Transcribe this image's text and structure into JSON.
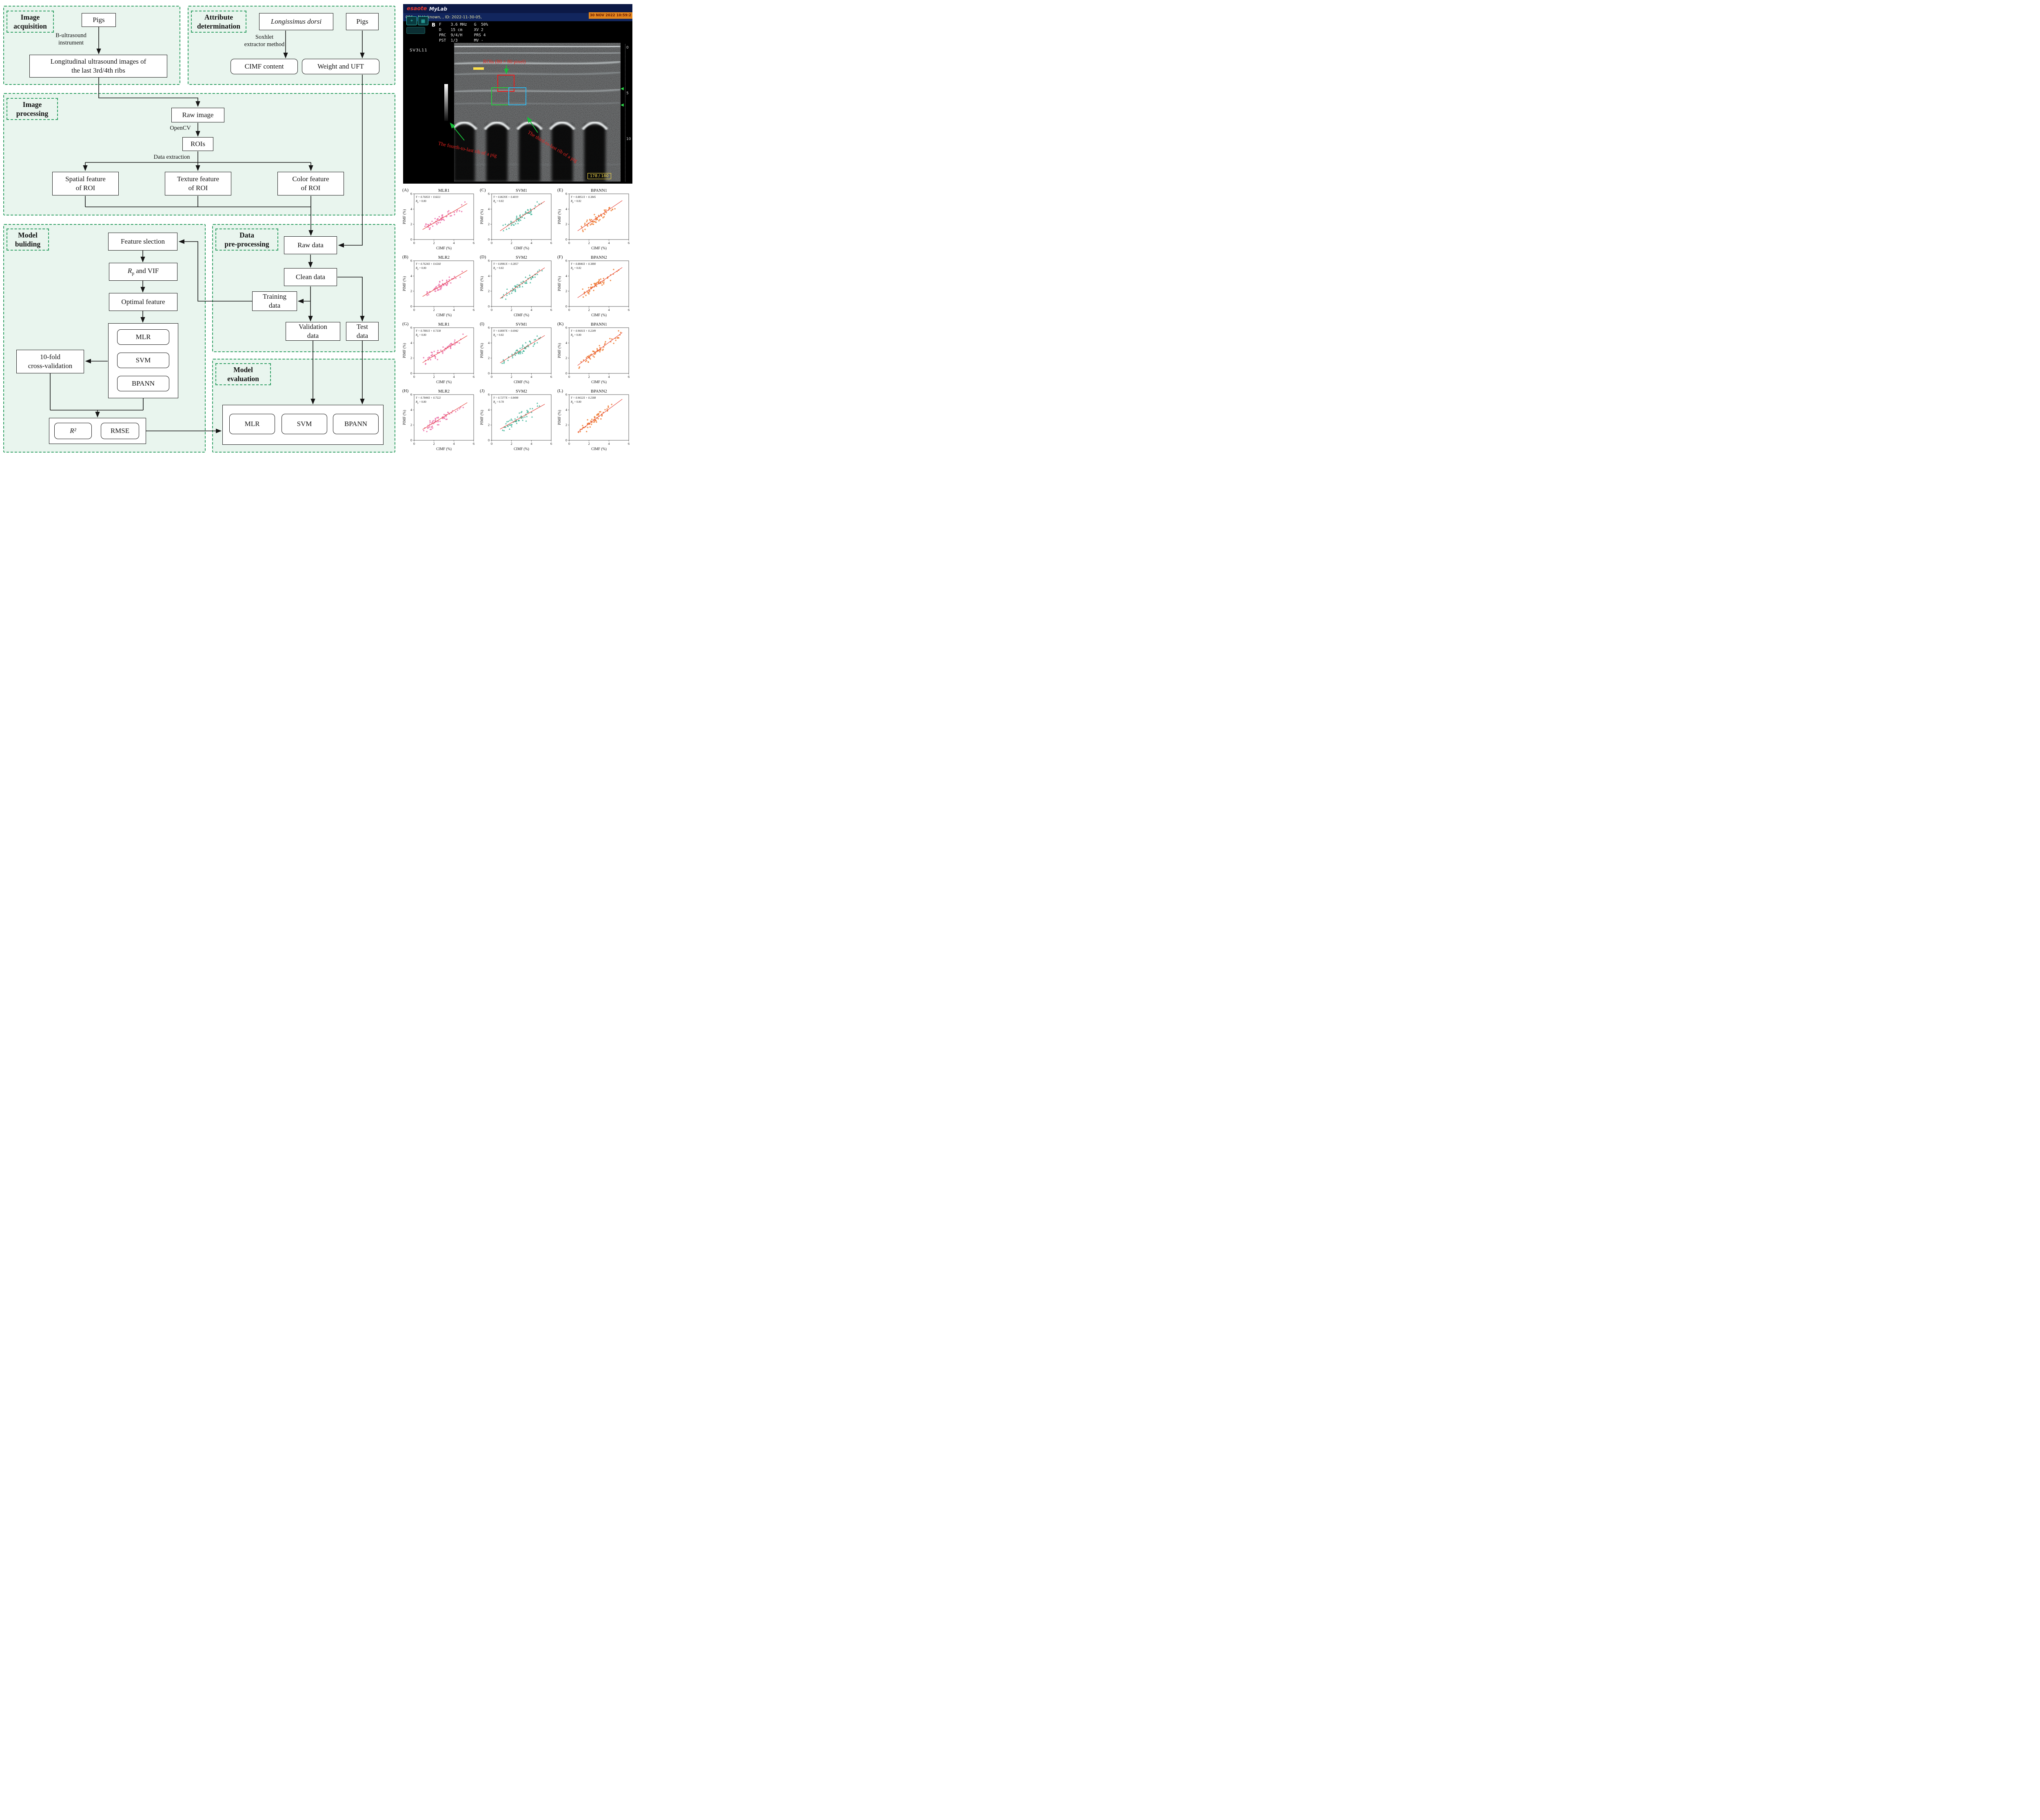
{
  "flow": {
    "image_acquisition": {
      "title": "Image\nacquisition",
      "pigs": "Pigs",
      "arrow_label": "B-ultrasound\ninstrument",
      "longitudinal": "Longitudinal ultrasound images of\nthe last 3rd/4th ribs"
    },
    "attribute_determination": {
      "title": "Attribute\ndetermination",
      "longissimus": "Longissimus dorsi",
      "pigs": "Pigs",
      "arrow_label": "Soxhlet\nextractor method",
      "cimf": "CIMF content",
      "weight_uft": "Weight and UFT"
    },
    "image_processing": {
      "title": "Image\nprocessing",
      "raw_image": "Raw image",
      "opencv_label": "OpenCV",
      "rois": "ROIs",
      "data_extraction_label": "Data extraction",
      "spatial": "Spatial feature\nof ROI",
      "texture": "Texture feature\nof ROI",
      "color": "Color feature\nof ROI"
    },
    "model_building": {
      "title": "Model\nbuliding",
      "feature_selection": "Feature slection",
      "rp_r": "R",
      "rp_p": "p",
      "rp_rest": " and VIF",
      "optimal": "Optimal feature",
      "mlr": "MLR",
      "svm": "SVM",
      "bpann": "BPANN",
      "tenfold": "10-fold\ncross-validation",
      "r2": "R²",
      "rmse": "RMSE"
    },
    "data_preprocessing": {
      "title": "Data\npre-processing",
      "raw_data": "Raw data",
      "clean_data": "Clean data",
      "training": "Training\ndata",
      "validation": "Validation\ndata",
      "test": "Test\ndata"
    },
    "model_evaluation": {
      "title": "Model\nevaluation",
      "mlr": "MLR",
      "svm": "SVM",
      "bpann": "BPANN"
    }
  },
  "ultrasound": {
    "brand_esaote": "esaote",
    "brand_mylab": "MyLab",
    "patient_line": "006, , N:Unknown, , ID: 2022-11-30-05,",
    "datetime": "30 NOV 2022 10:59:2",
    "mode": "B",
    "params": "F    3.6 MHz   G  50%\nD    15 cm     XV 2\nPRC  9/4/H     PRS 4\nPST  1/3       MV -",
    "probe": "SV3L11",
    "roi_note": "ROIs (80 × 80 pixel)",
    "rib_note_left": "The fourth-to-last rib of a pig",
    "rib_note_right": "The third-to-last rib of a pig",
    "frame_counter": "178 / 180",
    "depth_labels": [
      "0",
      "5",
      "10"
    ],
    "icons": {
      "probe": "⌖",
      "preset": "▦",
      "marker_triangle": "◀"
    }
  },
  "chart_data": {
    "type": "scatter",
    "xlabel": "CIMF (%)",
    "ylabel": "PIMF (%)",
    "xlim": [
      0,
      6
    ],
    "ylim": [
      0,
      6
    ],
    "ticks": [
      0,
      2,
      4,
      6
    ],
    "grid": false,
    "rp_symbol": {
      "base": "R",
      "sub": "p"
    },
    "line_color": "#e53e35",
    "colors": {
      "MLR": "#ec74ab",
      "SVM": "#2fae8f",
      "BPANN": "#ee7e35"
    },
    "markers": {
      "MLR": "circle",
      "SVM": "triangle",
      "BPANN": "circle"
    },
    "x_min": 0.9,
    "x_max": 5.3,
    "n_points": 58,
    "panels": [
      {
        "letter": "(A)",
        "title": "MLR1",
        "model": "MLR",
        "equation": "Y = 0.7605X + 0.6611",
        "slope": 0.7605,
        "intercept": 0.6611,
        "rp": "0.80",
        "seed": 11,
        "noise": 1.05
      },
      {
        "letter": "(C)",
        "title": "SVM1",
        "model": "SVM",
        "equation": "Y = 0.8639X + 0.4019",
        "slope": 0.8639,
        "intercept": 0.4019,
        "rp": "0.82",
        "seed": 23,
        "noise": 0.95
      },
      {
        "letter": "(E)",
        "title": "BPANN1",
        "model": "BPANN",
        "equation": "Y = 0.8851X + 0.3845",
        "slope": 0.8851,
        "intercept": 0.3845,
        "rp": "0.82",
        "seed": 37,
        "noise": 0.95
      },
      {
        "letter": "(B)",
        "title": "MLR2",
        "model": "MLR",
        "equation": "Y = 0.7624X + 0.6560",
        "slope": 0.7624,
        "intercept": 0.656,
        "rp": "0.80",
        "seed": 43,
        "noise": 1.05
      },
      {
        "letter": "(D)",
        "title": "SVM2",
        "model": "SVM",
        "equation": "Y = 0.8981X + 0.2857",
        "slope": 0.8981,
        "intercept": 0.2857,
        "rp": "0.82",
        "seed": 53,
        "noise": 0.95
      },
      {
        "letter": "(F)",
        "title": "BPANN2",
        "model": "BPANN",
        "equation": "Y = 0.8846X + 0.3880",
        "slope": 0.8846,
        "intercept": 0.388,
        "rp": "0.82",
        "seed": 67,
        "noise": 0.95
      },
      {
        "letter": "(G)",
        "title": "MLR1",
        "model": "MLR",
        "equation": "Y = 0.7881X + 0.7338",
        "slope": 0.7881,
        "intercept": 0.7338,
        "rp": "0.80",
        "seed": 71,
        "noise": 1.05
      },
      {
        "letter": "(I)",
        "title": "SVM1",
        "model": "SVM",
        "equation": "Y = 0.8007X + 0.6942",
        "slope": 0.8007,
        "intercept": 0.6942,
        "rp": "0.82",
        "seed": 83,
        "noise": 0.95
      },
      {
        "letter": "(K)",
        "title": "BPANN1",
        "model": "BPANN",
        "equation": "Y = 0.9601X + 0.2249",
        "slope": 0.9601,
        "intercept": 0.2249,
        "rp": "0.80",
        "seed": 89,
        "noise": 1.05
      },
      {
        "letter": "(H)",
        "title": "MLR2",
        "model": "MLR",
        "equation": "Y = 0.7844X + 0.7522",
        "slope": 0.7844,
        "intercept": 0.7522,
        "rp": "0.80",
        "seed": 97,
        "noise": 1.05
      },
      {
        "letter": "(J)",
        "title": "SVM2",
        "model": "SVM",
        "equation": "Y = 0.7277X + 0.8498",
        "slope": 0.7277,
        "intercept": 0.8498,
        "rp": "0.78",
        "seed": 101,
        "noise": 1.2
      },
      {
        "letter": "(L)",
        "title": "BPANN2",
        "model": "BPANN",
        "equation": "Y = 0.9652X + 0.2388",
        "slope": 0.9652,
        "intercept": 0.2388,
        "rp": "0.80",
        "seed": 103,
        "noise": 1.05
      }
    ]
  }
}
